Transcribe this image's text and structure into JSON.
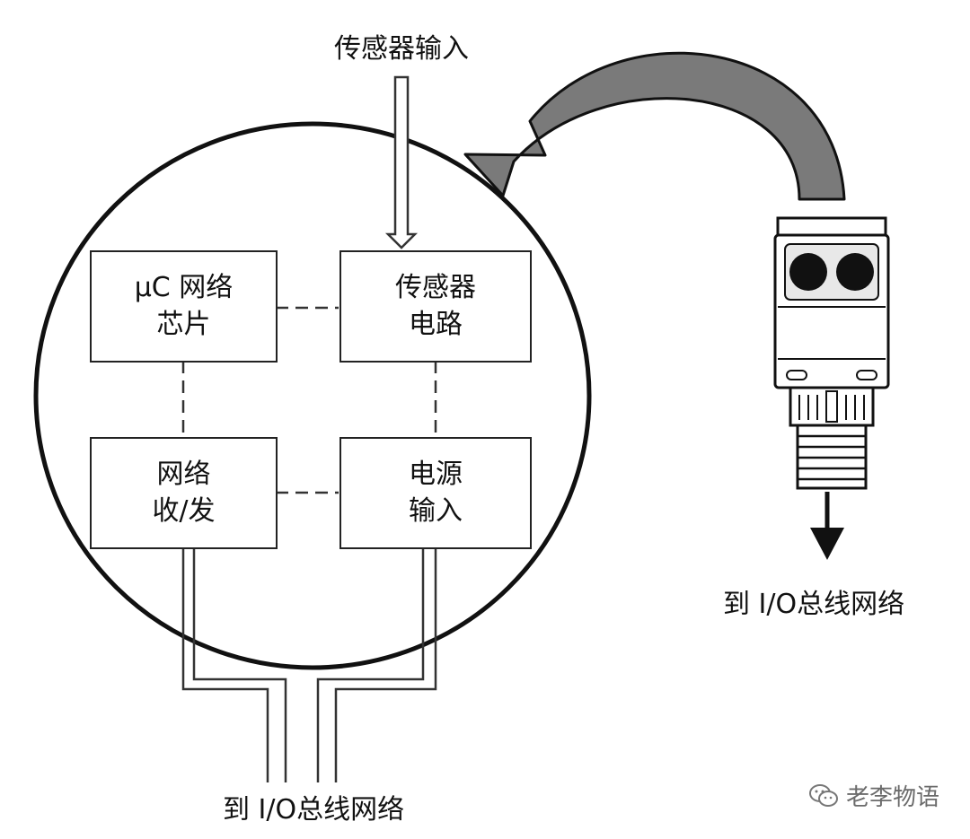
{
  "sensor_input_label": "传感器输入",
  "blocks": {
    "uc_chip": {
      "line1": "μC 网络",
      "line2": "芯片"
    },
    "sensor_circuit": {
      "line1": "传感器",
      "line2": "电路"
    },
    "transceiver": {
      "line1": "网络",
      "line2": "收/发"
    },
    "power_input": {
      "line1": "电源",
      "line2": "输入"
    }
  },
  "bus_label_bottom": "到 I/O总线网络",
  "bus_label_right": "到 I/O总线网络",
  "watermark": "老李物语",
  "watermark_icon": "wechat-icon"
}
